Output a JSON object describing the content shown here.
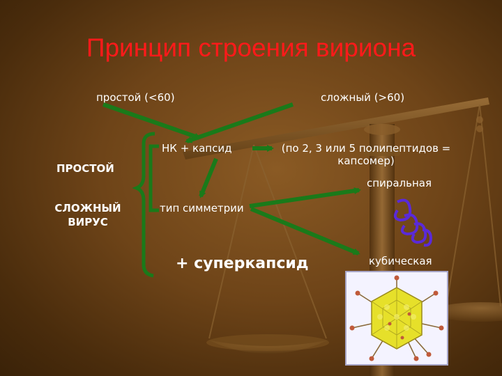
{
  "slide": {
    "title": "Принцип строения вириона",
    "simple_top": "простой (<60)",
    "complex_top": "сложный (>60)",
    "nk_capsid": "НК + капсид",
    "capsomer_note": "(по 2, 3 или 5 полипептидов = капсомер)",
    "simple_virus": "ПРОСТОЙ",
    "complex_virus": "СЛОЖНЫЙ ВИРУС",
    "symmetry_type": "тип симметрии",
    "supercapsid": "+ суперкапсид",
    "spiral": "спиральная",
    "cubic": "кубическая"
  },
  "colors": {
    "title": "#ff1a1a",
    "arrows": "#1a7a1a",
    "brackets": "#1a7a1a",
    "text": "#ffffff",
    "spiral_icon": "#5a2ad8",
    "virion_capsid": "#e6e02a"
  },
  "icons": [
    "balance-scale-illustration",
    "spiral-helix-icon",
    "icosahedral-virion-image"
  ]
}
